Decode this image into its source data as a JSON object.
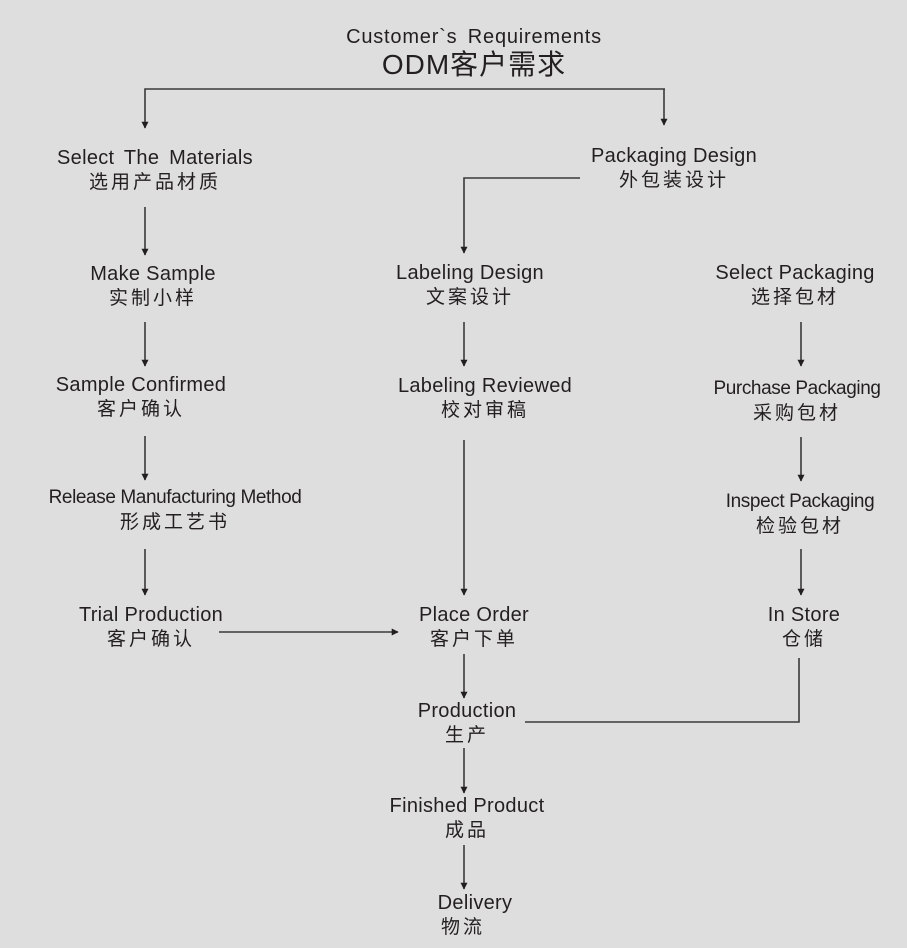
{
  "title": {
    "en": "Customer`s Requirements",
    "zh": "ODM客户需求"
  },
  "nodes": {
    "select_materials": {
      "en": "Select The Materials",
      "zh": "选用产品材质"
    },
    "make_sample": {
      "en": "Make Sample",
      "zh": "实制小样"
    },
    "sample_confirmed": {
      "en": "Sample Confirmed",
      "zh": "客户确认"
    },
    "release_method": {
      "en": "Release Manufacturing Method",
      "zh": "形成工艺书"
    },
    "trial_production": {
      "en": "Trial Production",
      "zh": "客户确认"
    },
    "packaging_design": {
      "en": "Packaging Design",
      "zh": "外包装设计"
    },
    "labeling_design": {
      "en": "Labeling Design",
      "zh": "文案设计"
    },
    "labeling_reviewed": {
      "en": "Labeling Reviewed",
      "zh": "校对审稿"
    },
    "place_order": {
      "en": "Place Order",
      "zh": "客户下单"
    },
    "production": {
      "en": "Production",
      "zh": "生产"
    },
    "finished_product": {
      "en": "Finished Product",
      "zh": "成品"
    },
    "delivery": {
      "en": "Delivery",
      "zh": "物流"
    },
    "select_packaging": {
      "en": "Select Packaging",
      "zh": "选择包材"
    },
    "purchase_packaging": {
      "en": "Purchase Packaging",
      "zh": "采购包材"
    },
    "inspect_packaging": {
      "en": "Inspect Packaging",
      "zh": "检验包材"
    },
    "in_store": {
      "en": "In Store",
      "zh": "仓储"
    }
  },
  "edges": [
    [
      "title",
      "select_materials"
    ],
    [
      "title",
      "packaging_design"
    ],
    [
      "select_materials",
      "make_sample"
    ],
    [
      "make_sample",
      "sample_confirmed"
    ],
    [
      "sample_confirmed",
      "release_method"
    ],
    [
      "release_method",
      "trial_production"
    ],
    [
      "trial_production",
      "place_order"
    ],
    [
      "packaging_design",
      "labeling_design"
    ],
    [
      "labeling_design",
      "labeling_reviewed"
    ],
    [
      "labeling_reviewed",
      "place_order"
    ],
    [
      "place_order",
      "production"
    ],
    [
      "production",
      "finished_product"
    ],
    [
      "finished_product",
      "delivery"
    ],
    [
      "select_packaging",
      "purchase_packaging"
    ],
    [
      "purchase_packaging",
      "inspect_packaging"
    ],
    [
      "inspect_packaging",
      "in_store"
    ],
    [
      "in_store",
      "production"
    ]
  ],
  "colors": {
    "background": "#dedede",
    "ink": "#231f20",
    "line": "#3a3a3a"
  }
}
